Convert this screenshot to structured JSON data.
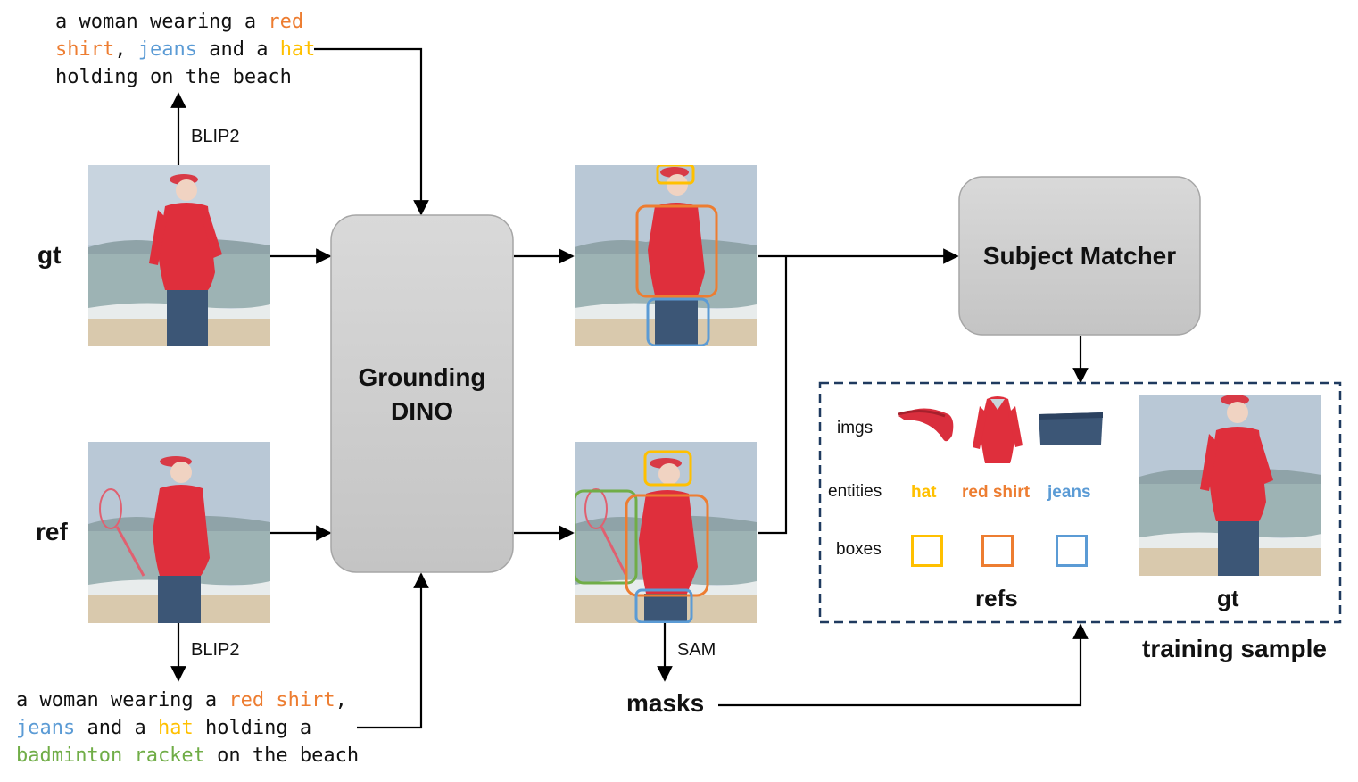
{
  "caption_gt": {
    "line1_pre": "a woman wearing a ",
    "line1_red": "red",
    "line2_shirt": "shirt",
    "line2_sep1": ", ",
    "line2_jeans": "jeans",
    "line2_mid": " and a ",
    "line2_hat": "hat",
    "line3": "holding on the beach"
  },
  "caption_ref": {
    "line1_pre": "a woman wearing a ",
    "line1_redshirt": "red shirt",
    "line1_post": ",",
    "line2_jeans": "jeans",
    "line2_mid": " and a ",
    "line2_hat": "hat",
    "line2_post": " holding a",
    "line3_racket": "badminton racket",
    "line3_post": " on the beach"
  },
  "labels": {
    "blip2_top": "BLIP2",
    "blip2_bottom": "BLIP2",
    "gt": "gt",
    "ref": "ref",
    "grounding": "Grounding DINO",
    "subject_matcher": "Subject Matcher",
    "sam": "SAM",
    "masks": "masks",
    "training_sample": "training sample"
  },
  "training_panel": {
    "row_imgs": "imgs",
    "row_entities": "entities",
    "row_boxes": "boxes",
    "entities": [
      {
        "text": "hat",
        "color": "#FFC000"
      },
      {
        "text": "red shirt",
        "color": "#ED7D31"
      },
      {
        "text": "jeans",
        "color": "#5B9BD5"
      }
    ],
    "refs_label": "refs",
    "gt_label": "gt"
  },
  "colors": {
    "hat": "#FFC000",
    "shirt": "#ED7D31",
    "jeans": "#5B9BD5",
    "racket": "#70AD47",
    "panel_border": "#1F3A5F",
    "box_fill": "#D0D0D0"
  }
}
